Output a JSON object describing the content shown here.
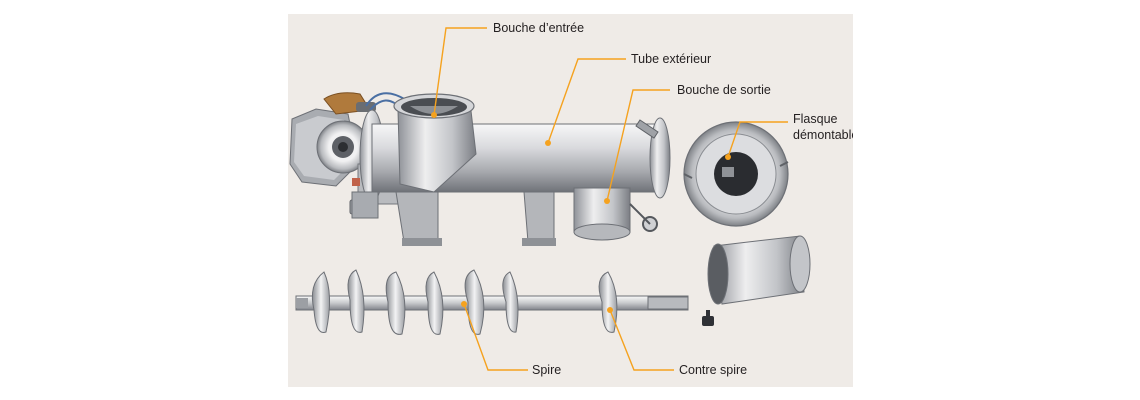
{
  "colors": {
    "background": "#efebe7",
    "callout": "#f5a21f",
    "label_text": "#231f20",
    "steel_light": "#e6e6e8",
    "steel_dark": "#8c8f94"
  },
  "callouts": {
    "inlet": "Bouche d’entrée",
    "outer_tube": "Tube extérieur",
    "outlet": "Bouche de sortie",
    "flange_line1": "Flasque",
    "flange_line2": "démontable",
    "flight": "Spire",
    "counter_flight": "Contre spire"
  }
}
